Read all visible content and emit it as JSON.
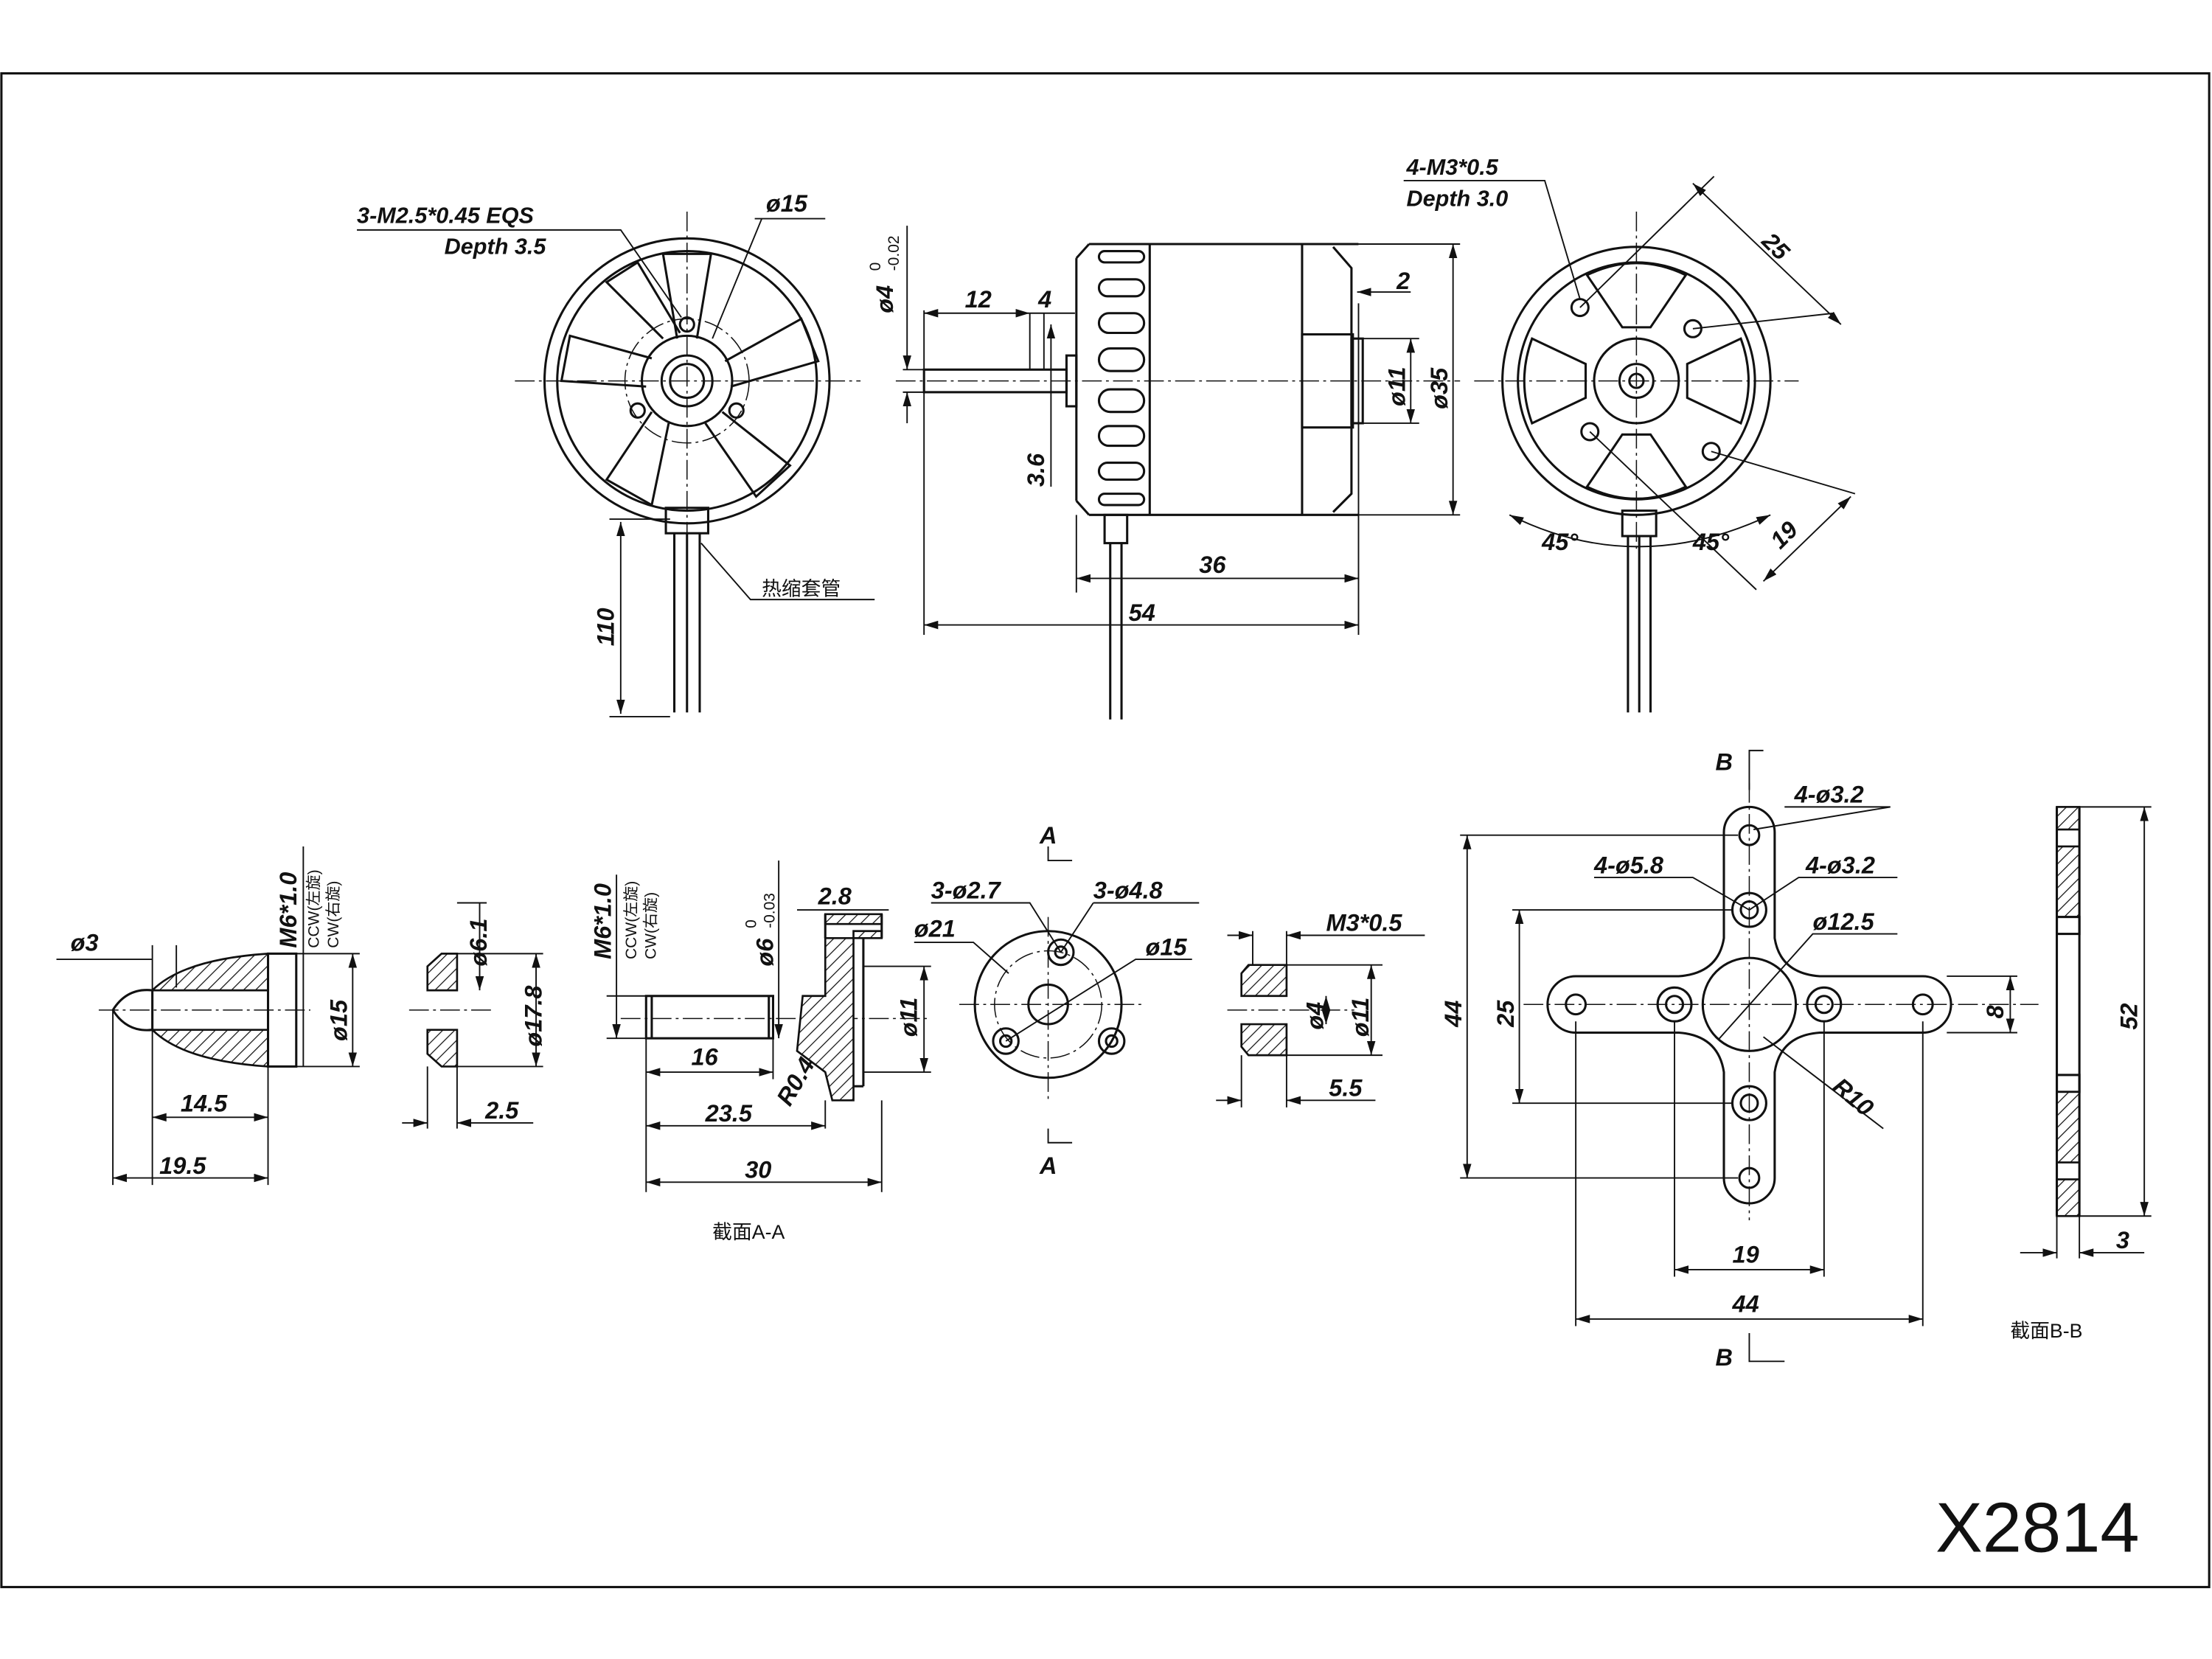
{
  "drawing": {
    "title": "X2814",
    "front_view": {
      "thread_label": "3-M2.5*0.45 EQS",
      "depth_label": "Depth 3.5",
      "dia_label": "ø15",
      "wire_length": "110",
      "sleeve_label": "热缩套管"
    },
    "side_view": {
      "shaft_dia": "ø4",
      "shaft_tol_upper": "0",
      "shaft_tol_lower": "-0.02",
      "shaft_length": "12",
      "collar": "4",
      "rear": "2",
      "boss_dia": "ø11",
      "body_dia": "ø35",
      "flat": "3.6",
      "body_length": "36",
      "total_length": "54"
    },
    "rear_view": {
      "thread_label": "4-M3*0.5",
      "depth_label": "Depth 3.0",
      "spacing_a": "25",
      "spacing_b": "19",
      "angle_left": "45°",
      "angle_right": "45°"
    },
    "prop_cone": {
      "tip_dia": "ø3",
      "thread": "M6*1.0",
      "ccw": "CCW(左旋)",
      "cw": "CW(右旋)",
      "base_dia": "ø15",
      "inner_length": "14.5",
      "length": "19.5"
    },
    "washer": {
      "inner_dia": "ø6.1",
      "outer_dia": "ø17.8",
      "thickness": "2.5"
    },
    "prop_adapter": {
      "thread": "M6*1.0",
      "ccw": "CCW(左旋)",
      "cw": "CW(右旋)",
      "dia": "ø6",
      "tol_upper": "0",
      "tol_lower": "-0.03",
      "flange": "2.8",
      "bore_dia": "ø11",
      "thread_length": "16",
      "radius": "R0.4",
      "mid_length": "23.5",
      "length": "30",
      "section_label": "截面A-A"
    },
    "adapter_front": {
      "section_mark_top": "A",
      "section_mark_bottom": "A",
      "small_holes": "3-ø2.7",
      "large_holes": "3-ø4.8",
      "outer_dia": "ø21",
      "pcd": "ø15"
    },
    "nut": {
      "thread": "M3*0.5",
      "inner_dia": "ø4",
      "outer_dia": "ø11",
      "length": "5.5"
    },
    "cross_mount": {
      "section_mark_top": "B",
      "section_mark_bottom": "B",
      "outer_holes": "4-ø3.2",
      "counterbore": "4-ø5.8",
      "inner_holes": "4-ø3.2",
      "center_dia": "ø12.5",
      "height": "44",
      "inner_spacing_v": "25",
      "arm_width": "8",
      "radius": "R10",
      "inner_spacing_h": "19",
      "width": "44",
      "side_height": "52",
      "thickness": "3",
      "section_label": "截面B-B"
    }
  }
}
